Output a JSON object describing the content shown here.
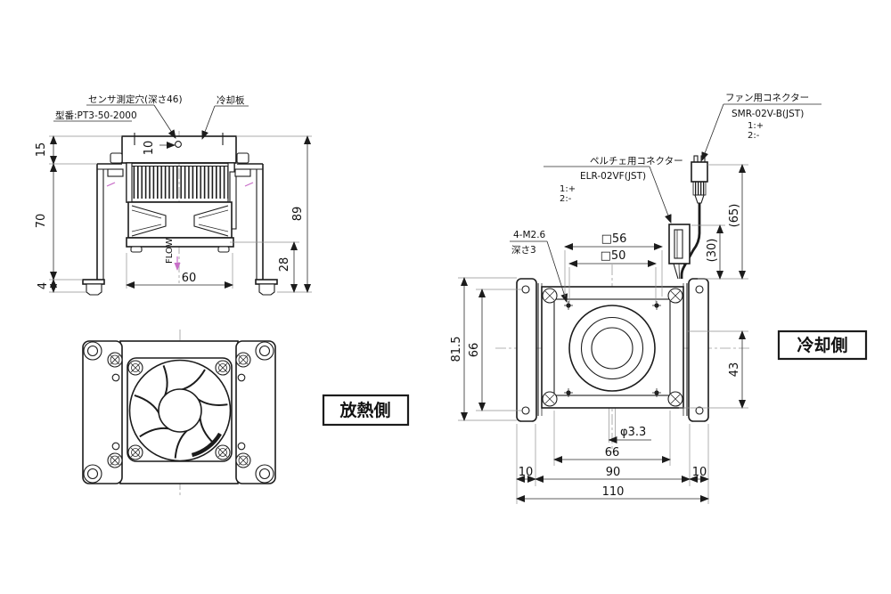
{
  "views": {
    "side": {
      "sensor_hole_label": "センサ測定穴(深さ46)",
      "sensor_model_label": "型番:PT3-50-2000",
      "cooling_plate_label": "冷却板",
      "flow_label": "FLOW",
      "dim_plate_thickness": "15",
      "dim_body_height": "70",
      "dim_foot_thickness": "4",
      "dim_sensor_pos": "10",
      "dim_overall_height": "89",
      "dim_foot_clearance": "28",
      "dim_fan_size": "60"
    },
    "front": {
      "caption": "放熱側"
    },
    "rear": {
      "caption": "冷却側",
      "fan_connector_title": "ファン用コネクター",
      "fan_connector_part": "SMR-02V-B(JST)",
      "fan_connector_pin1": "1:+",
      "fan_connector_pin2": "2:-",
      "peltier_connector_title": "ペルチェ用コネクター",
      "peltier_connector_part": "ELR-02VF(JST)",
      "peltier_connector_pin1": "1:+",
      "peltier_connector_pin2": "2:-",
      "tap_label_line1": "4-M2.6",
      "tap_label_line2": "深さ3",
      "dim_square56": "□56",
      "dim_square50": "□50",
      "dim_height_815": "81.5",
      "dim_height_66": "66",
      "dim_height_43": "43",
      "dim_hole_dia": "φ3.3",
      "dim_width_66": "66",
      "dim_width_90": "90",
      "dim_width_10_left": "10",
      "dim_width_10_right": "10",
      "dim_width_110": "110",
      "dim_wire_65": "(65)",
      "dim_wire_30": "(30)"
    },
    "colors": {
      "line": "#1c1c1c",
      "extension": "#8f8f8f",
      "accent_magenta": "#c86ec8",
      "background": "#ffffff"
    }
  }
}
